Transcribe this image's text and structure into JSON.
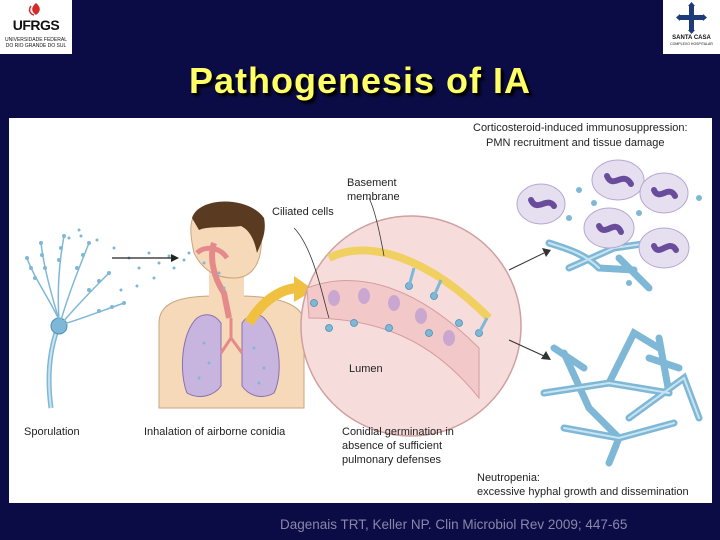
{
  "header": {
    "left_logo": {
      "name": "UFRGS",
      "line1": "UNIVERSIDADE FEDERAL",
      "line2": "DO RIO GRANDE DO SUL"
    },
    "right_logo": {
      "name": "SANTA CASA",
      "subtitle": "COMPLEXO HOSPITALAR"
    }
  },
  "title": "Pathogenesis of IA",
  "figure": {
    "labels": {
      "corticosteroid_line1": "Corticosteroid-induced immunosuppression:",
      "corticosteroid_line2": "PMN recruitment and tissue damage",
      "basement_line1": "Basement",
      "basement_line2": "membrane",
      "ciliated_cells": "Ciliated cells",
      "lumen": "Lumen",
      "sporulation": "Sporulation",
      "inhalation": "Inhalation of airborne conidia",
      "germination_line1": "Conidial germination in",
      "germination_line2": "absence of sufficient",
      "germination_line3": "pulmonary defenses",
      "neutropenia_line1": "Neutropenia:",
      "neutropenia_line2": "excessive hyphal growth and dissemination"
    },
    "colors": {
      "hyphae": "#7fb8d6",
      "neutrophil": "#8a6fb0",
      "airway": "#f3c8c8",
      "skin": "#f5d9b8"
    }
  },
  "citation": "Dagenais TRT, Keller NP. Clin Microbiol Rev 2009; 447-65"
}
